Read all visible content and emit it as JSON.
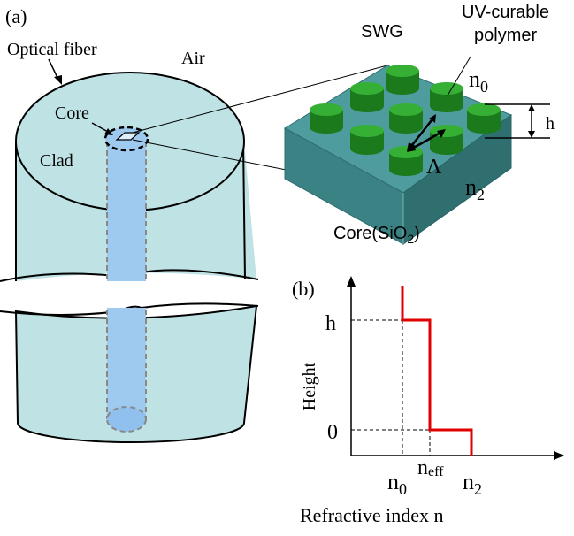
{
  "panel_a": {
    "label": "(a)",
    "fiber_label": "Optical fiber",
    "air_label": "Air",
    "core_label": "Core",
    "clad_label": "Clad",
    "swg_label": "SWG",
    "polymer_line1": "UV-curable",
    "polymer_line2": "polymer",
    "n0_base": "n",
    "n0_sub": "0",
    "n2_base": "n",
    "n2_sub": "2",
    "h_label": "h",
    "period_label": "Λ",
    "substrate_base": "Core(SiO",
    "substrate_sub": "2",
    "substrate_end": ")"
  },
  "panel_b": {
    "label": "(b)",
    "ylabel": "Height",
    "xlabel": "Refractive index n",
    "ytick_h": "h",
    "ytick_0": "0",
    "xtick_n0_base": "n",
    "xtick_n0_sub": "0",
    "xtick_neff_base": "n",
    "xtick_neff_sub": "eff",
    "xtick_n2_base": "n",
    "xtick_n2_sub": "2"
  },
  "colors": {
    "fiber_fill": "#bfe3e4",
    "core_fill": "#9fcaf0",
    "pillar_green": "#1f8a1f",
    "substrate_teal": "#3f8a8c",
    "profile_red": "#e00000"
  }
}
